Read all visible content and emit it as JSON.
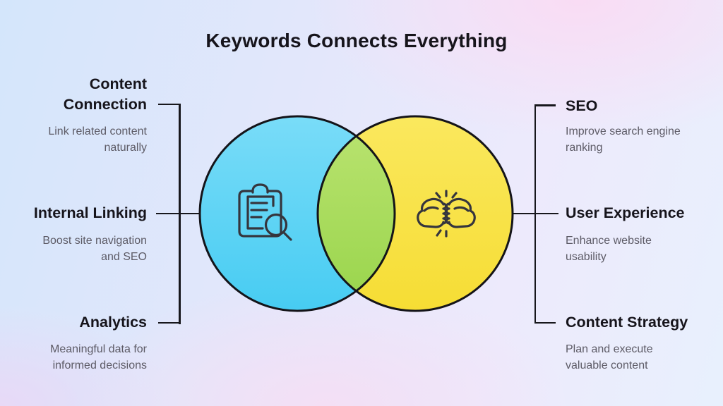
{
  "title": "Keywords Connects Everything",
  "left_items": [
    {
      "heading": "Content\nConnection",
      "description": "Link related content\nnaturally"
    },
    {
      "heading": "Internal Linking",
      "description": "Boost site navigation\nand SEO"
    },
    {
      "heading": "Analytics",
      "description": "Meaningful data for\ninformed decisions"
    }
  ],
  "right_items": [
    {
      "heading": "SEO",
      "description": "Improve search engine\nranking"
    },
    {
      "heading": "User Experience",
      "description": "Enhance website\nusability"
    },
    {
      "heading": "Content Strategy",
      "description": "Plan and execute\nvaluable content"
    }
  ],
  "venn": {
    "left_circle": {
      "icon": "clipboard-search-icon",
      "color_top": "#79dcf8",
      "color_bottom": "#47ccf2"
    },
    "right_circle": {
      "icon": "fist-bump-icon",
      "color_top": "#fae85e",
      "color_bottom": "#f6dd34"
    },
    "overlap": {
      "color_top": "#b7e26d",
      "color_bottom": "#9cd64f"
    },
    "outline_color": "#141419",
    "icon_stroke": "#35353d"
  },
  "colors": {
    "heading_text": "#16141b",
    "description_text": "#5d5b66",
    "connector": "#17171c"
  }
}
